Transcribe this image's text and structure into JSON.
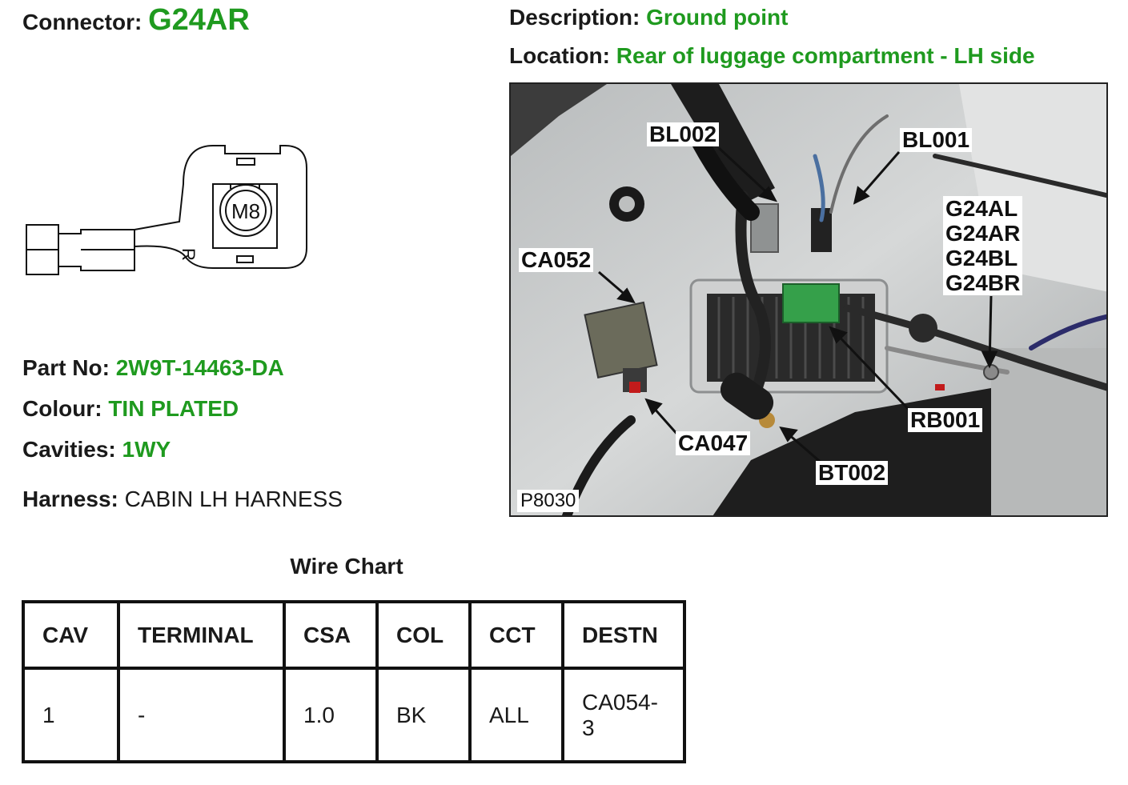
{
  "connector": {
    "label": "Connector:",
    "value": "G24AR"
  },
  "description": {
    "label": "Description:",
    "value": "Ground point"
  },
  "location": {
    "label": "Location:",
    "value": "Rear of luggage compartment - LH side"
  },
  "diagram": {
    "stud_label": "M8",
    "side_mark": "R"
  },
  "part_no": {
    "label": "Part No:",
    "value": "2W9T-14463-DA"
  },
  "colour": {
    "label": "Colour:",
    "value": "TIN PLATED"
  },
  "cavities": {
    "label": "Cavities:",
    "value": "1WY"
  },
  "harness": {
    "label": "Harness:",
    "value": "CABIN LH HARNESS"
  },
  "photo": {
    "reference": "P8030",
    "callouts": {
      "bl002": "BL002",
      "bl001": "BL001",
      "ca052": "CA052",
      "ca047": "CA047",
      "bt002": "BT002",
      "rb001": "RB001",
      "ground_group": [
        "G24AL",
        "G24AR",
        "G24BL",
        "G24BR"
      ]
    }
  },
  "wire_chart": {
    "title": "Wire Chart",
    "headers": [
      "CAV",
      "TERMINAL",
      "CSA",
      "COL",
      "CCT",
      "DESTN"
    ],
    "rows": [
      [
        "1",
        "-",
        "1.0",
        "BK",
        "ALL",
        "CA054-\n3"
      ]
    ]
  }
}
